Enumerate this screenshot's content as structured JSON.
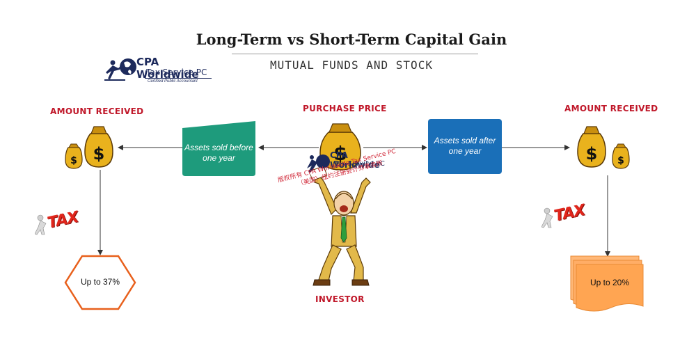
{
  "header": {
    "title": "Long-Term vs Short-Term Capital Gain",
    "subtitle": "MUTUAL FUNDS AND STOCK"
  },
  "logo": {
    "line1": "CPA Worldwide",
    "line2": "Tax Service PC",
    "tagline": "Certified Public Accountant"
  },
  "labels": {
    "purchase_price": "PURCHASE PRICE",
    "amount_received_left": "AMOUNT RECEIVED",
    "amount_received_right": "AMOUNT RECEIVED",
    "investor": "INVESTOR"
  },
  "boxes": {
    "short_term": "Assets sold before one year",
    "long_term": "Assets sold after one year"
  },
  "tax": {
    "left": "TAX",
    "right": "TAX"
  },
  "results": {
    "short_term": "Up to 37%",
    "long_term": "Up to 20%"
  },
  "watermark": {
    "line1": "版权所有 CPA Worldwide Tax Service PC",
    "line2": "（美国）纽约注册会计师事务所"
  },
  "colors": {
    "short_term_box": "#1e9b7c",
    "long_term_box": "#1a6fb8",
    "result_diamond_stroke": "#e8601c",
    "result_doc_fill": "#ffa552",
    "label_red": "#c0182a",
    "money_bag": "#e9b21d"
  }
}
